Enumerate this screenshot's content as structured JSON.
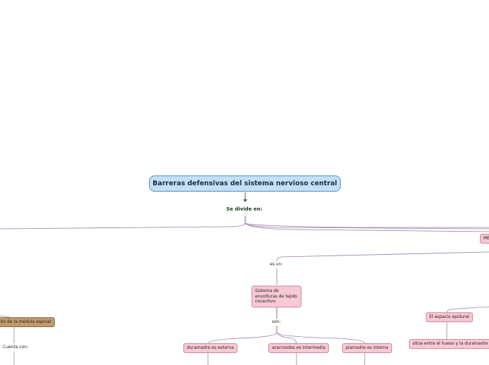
{
  "mindmap": {
    "root": "Barreras defensivas del sistema nervioso central",
    "divides_label": "Se divide en:",
    "colors": {
      "line": "#9a7ea6",
      "arrow": "#6b3f86",
      "root_fill": "#c5dff3",
      "root_border": "#4a90d6",
      "pink": "#f8c8d4",
      "brown": "#c29a6b"
    },
    "left_branch": {
      "node": "ión de la médula espinal",
      "connector": "Cuenta con:"
    },
    "right_branch": {
      "node_partial": "ME",
      "connector": "es un:",
      "definition": "Sistema de envolturas de tejido conectivo",
      "children_connector": "son:",
      "children": [
        "duramadre es externa",
        "aracnoides es intermedia",
        "piamadre es interna"
      ]
    },
    "far_right": {
      "node": "El espacio epidural",
      "child": "sitúa entre el hueso y la duramadre"
    }
  }
}
